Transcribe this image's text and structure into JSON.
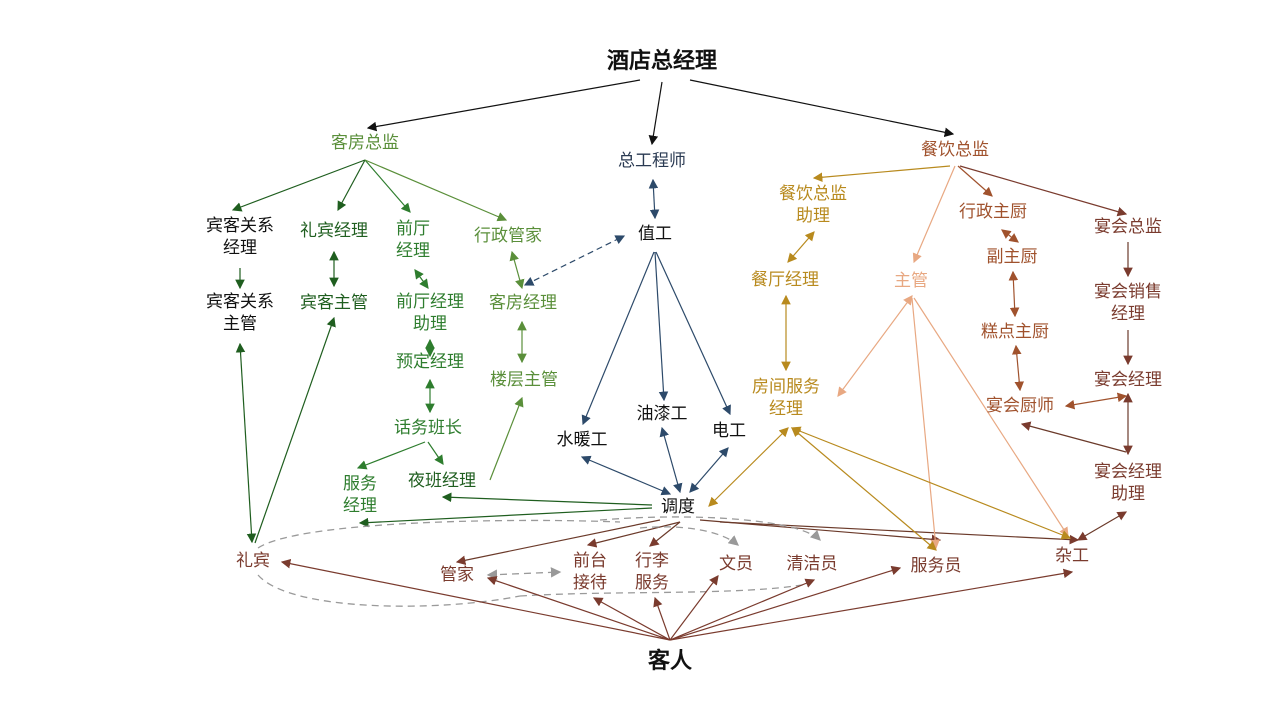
{
  "nodes": {
    "gm": "酒店总经理",
    "guest": "客人",
    "rooms_director": "客房总监",
    "chief_engineer": "总工程师",
    "fb_director": "餐饮总监",
    "guest_relations_mgr": "宾客关系\n经理",
    "reception_mgr": "礼宾经理",
    "front_office_mgr": "前厅\n经理",
    "exec_housekeeper": "行政管家",
    "guest_relations_sup": "宾客关系\n主管",
    "reception_sup": "宾客主管",
    "front_office_asst": "前厅经理\n助理",
    "housekeeping_mgr": "客房经理",
    "reservation_mgr": "预定经理",
    "floor_sup": "楼层主管",
    "operator_lead": "话务班长",
    "night_mgr": "夜班经理",
    "service_mgr": "服务\n经理",
    "duty_engineer": "值工",
    "plumber": "水暖工",
    "painter": "油漆工",
    "electrician": "电工",
    "dispatch": "调度",
    "fb_asst": "餐饮总监\n助理",
    "restaurant_mgr": "餐厅经理",
    "supervisor": "主管",
    "room_service_mgr": "房间服务\n经理",
    "exec_chef": "行政主厨",
    "sous_chef": "副主厨",
    "pastry_chef": "糕点主厨",
    "banquet_chef": "宴会厨师",
    "banquet_director": "宴会总监",
    "banquet_sales_mgr": "宴会销售\n经理",
    "banquet_mgr": "宴会经理",
    "banquet_mgr_asst": "宴会经理\n助理",
    "concierge": "礼宾",
    "butler": "管家",
    "front_desk": "前台\n接待",
    "luggage": "行李\n服务",
    "clerk": "文员",
    "cleaner": "清洁员",
    "waiter": "服务员",
    "handyman": "杂工"
  },
  "colors": {
    "black": "#111111",
    "green": "#5a8f3a",
    "dark_green": "#1f5e1f",
    "mid_green": "#2e7d2e",
    "navy": "#2d4a6a",
    "gold": "#b88a1e",
    "peach": "#e8a882",
    "brown": "#a0522d",
    "maroon": "#7a3b2e",
    "gray": "#999999"
  }
}
